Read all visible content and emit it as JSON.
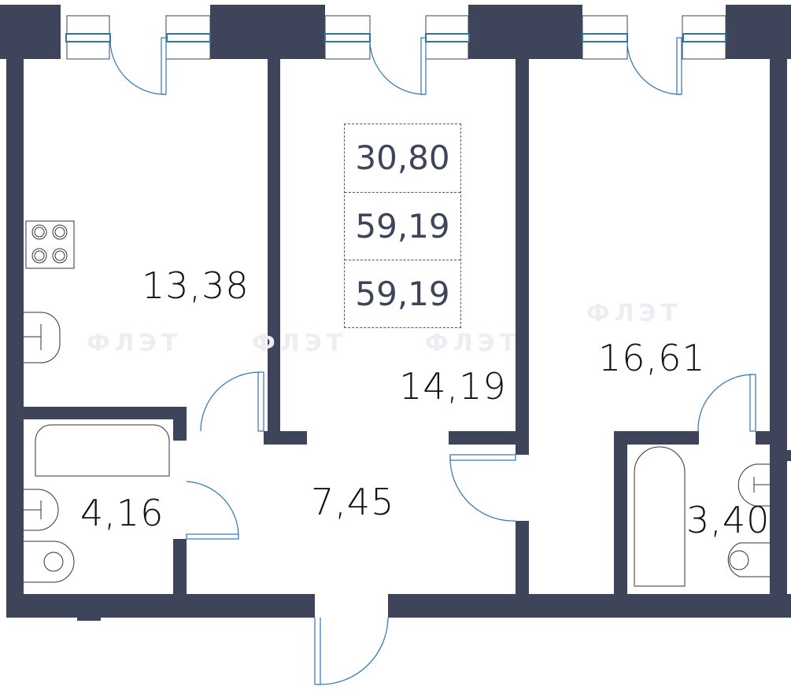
{
  "plan": {
    "summary": {
      "living_area": "30,80",
      "total_area": "59,19",
      "total_area_2": "59,19"
    },
    "rooms": {
      "kitchen": "13,38",
      "room_middle": "14,19",
      "room_right": "16,61",
      "hall": "7,45",
      "bathroom_left": "4,16",
      "bathroom_right": "3,40"
    },
    "watermark": "ФЛЭТ",
    "colors": {
      "wall": "#3e4459",
      "door": "#2e75b0",
      "text": "#111111"
    }
  }
}
